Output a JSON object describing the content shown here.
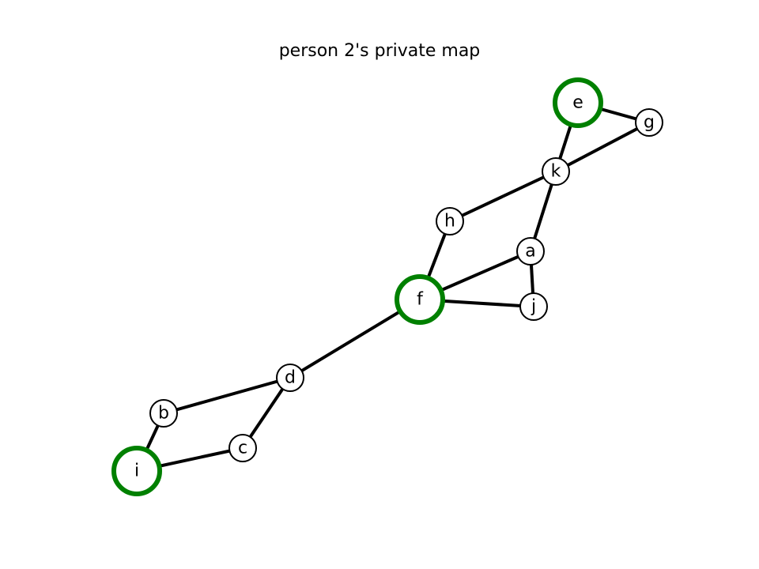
{
  "title": "person 2's private map",
  "colors": {
    "edge": "#000000",
    "node_fill": "#ffffff",
    "node_border": "#000000",
    "highlight_border": "#008000",
    "background": "#ffffff"
  },
  "nodes": [
    {
      "id": "a",
      "label": "a",
      "highlighted": false
    },
    {
      "id": "b",
      "label": "b",
      "highlighted": false
    },
    {
      "id": "c",
      "label": "c",
      "highlighted": false
    },
    {
      "id": "d",
      "label": "d",
      "highlighted": false
    },
    {
      "id": "e",
      "label": "e",
      "highlighted": true
    },
    {
      "id": "f",
      "label": "f",
      "highlighted": true
    },
    {
      "id": "g",
      "label": "g",
      "highlighted": false
    },
    {
      "id": "h",
      "label": "h",
      "highlighted": false
    },
    {
      "id": "i",
      "label": "i",
      "highlighted": true
    },
    {
      "id": "j",
      "label": "j",
      "highlighted": false
    },
    {
      "id": "k",
      "label": "k",
      "highlighted": false
    }
  ],
  "edges": [
    [
      "e",
      "g"
    ],
    [
      "e",
      "k"
    ],
    [
      "g",
      "k"
    ],
    [
      "k",
      "h"
    ],
    [
      "k",
      "a"
    ],
    [
      "h",
      "f"
    ],
    [
      "a",
      "f"
    ],
    [
      "a",
      "j"
    ],
    [
      "f",
      "j"
    ],
    [
      "f",
      "d"
    ],
    [
      "d",
      "b"
    ],
    [
      "d",
      "c"
    ],
    [
      "b",
      "i"
    ],
    [
      "c",
      "i"
    ]
  ]
}
